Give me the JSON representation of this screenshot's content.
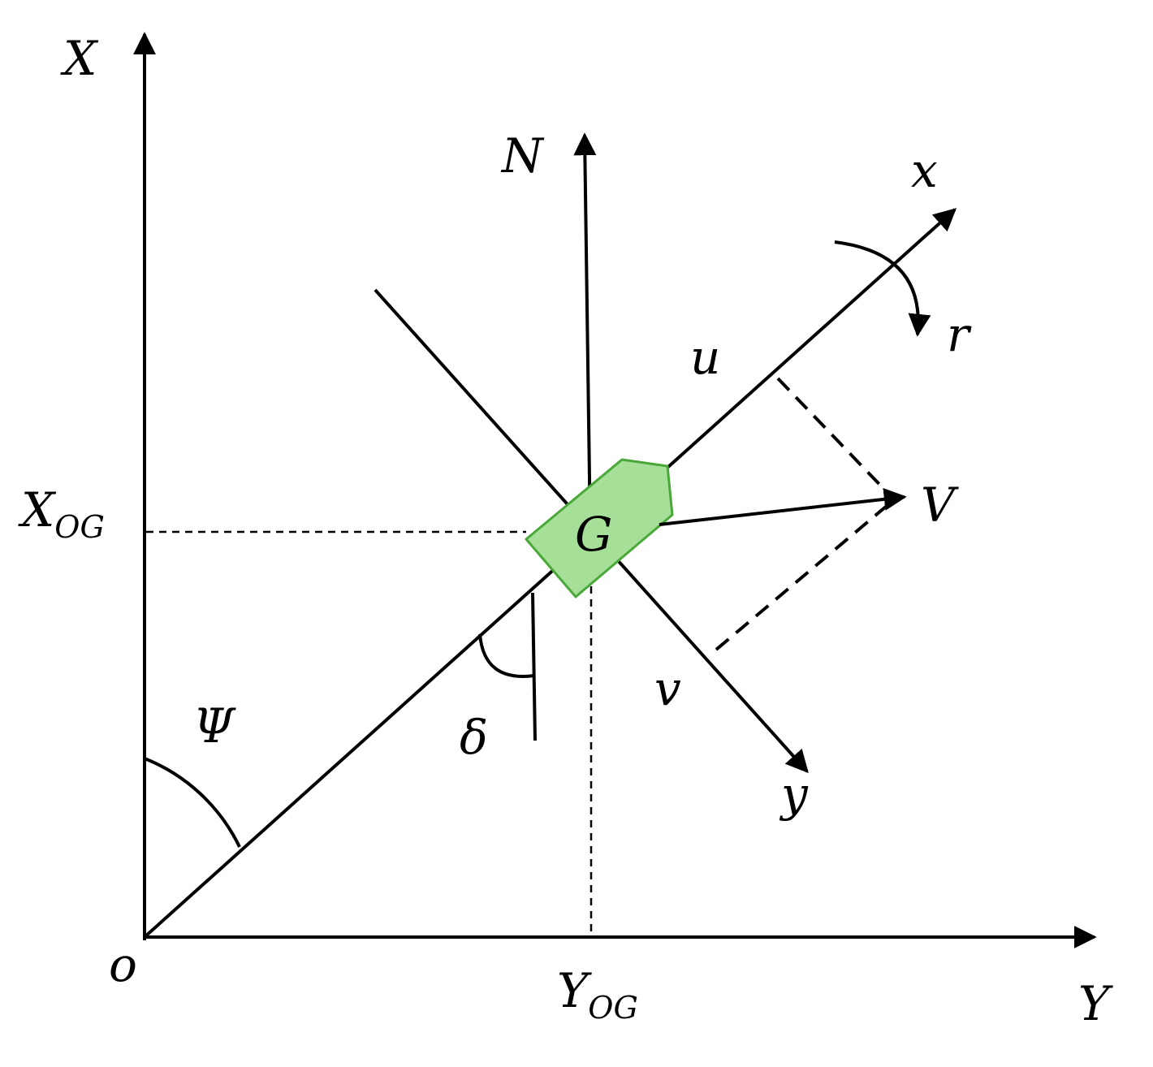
{
  "diagram": {
    "axes": {
      "global_x_label": "X",
      "global_y_label": "Y",
      "origin_label": "o",
      "north_label": "N",
      "body_x_label": "x",
      "body_y_label": "y"
    },
    "position": {
      "x_og_main": "X",
      "x_og_sub": "OG",
      "y_og_main": "Y",
      "y_og_sub": "OG"
    },
    "vessel": {
      "center_label": "G",
      "fill_color": "#a6df97",
      "stroke_color": "#4aa83a"
    },
    "kinematics": {
      "surge_label": "u",
      "sway_label": "v",
      "velocity_label": "V",
      "yaw_rate_label": "r"
    },
    "angles": {
      "heading_label": "Ψ",
      "drift_label": "δ"
    }
  }
}
